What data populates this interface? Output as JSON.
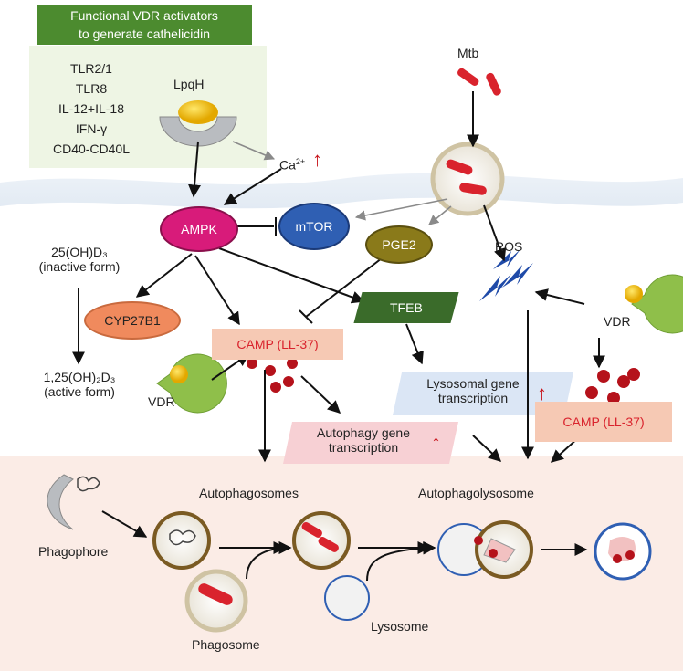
{
  "header": {
    "title_line1": "Functional VDR activators",
    "title_line2": "to generate cathelicidin"
  },
  "activators": [
    "TLR2/1",
    "TLR8",
    "IL-12+IL-18",
    "IFN-γ",
    "CD40-CD40L"
  ],
  "labels": {
    "lpqh": "LpqH",
    "ca": "Ca",
    "ca_sup": "2+",
    "mtb": "Mtb",
    "ampk": "AMPK",
    "mtor": "mTOR",
    "pge2": "PGE2",
    "ros": "ROS",
    "vitd_inactive_line1": "25(OH)D₃",
    "vitd_inactive_line2": "(inactive form)",
    "vitd_active_line1": "1,25(OH)₂D₃",
    "vitd_active_line2": "(active form)",
    "cyp": "CYP27B1",
    "camp_left": "CAMP (LL-37)",
    "camp_right": "CAMP (LL-37)",
    "tfeb": "TFEB",
    "vdr_left": "VDR",
    "vdr_right": "VDR",
    "lysosomal_line1": "Lysosomal gene",
    "lysosomal_line2": "transcription",
    "autophagy_line1": "Autophagy gene",
    "autophagy_line2": "transcription",
    "autophagosomes": "Autophagosomes",
    "autophagolysosome": "Autophagolysosome",
    "phagophore": "Phagophore",
    "phagosome": "Phagosome",
    "lysosome": "Lysosome",
    "up_arrow": "↑"
  },
  "colors": {
    "title_green": "#4c8b2f",
    "ampk_magenta": "#d81b7a",
    "mtor_blue": "#2f5fb3",
    "pge2_olive": "#8a7a1a",
    "cyp_orange": "#f08a5d",
    "tfeb_green": "#3a6b2a",
    "camp_red": "#d9232d",
    "vdr_green": "#8fbf4a",
    "ros_blue": "#1f4aa8"
  }
}
